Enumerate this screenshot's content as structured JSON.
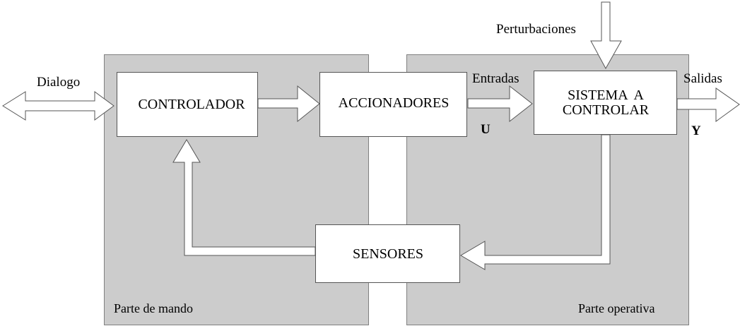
{
  "colors": {
    "panel": "#cccccc",
    "panel_border": "#808080",
    "box": "#ffffff",
    "stroke": "#333333"
  },
  "blocks": {
    "controlador": "CONTROLADOR",
    "accionadores": "ACCIONADORES",
    "sistema_line1": "SISTEMA  A",
    "sistema_line2": "CONTROLAR",
    "sensores": "SENSORES"
  },
  "labels": {
    "dialogo": "Dialogo",
    "perturbaciones": "Perturbaciones",
    "entradas": "Entradas",
    "u": "U",
    "salidas": "Salidas",
    "y": "Y",
    "parte_mando": "Parte de mando",
    "parte_operativa": "Parte operativa"
  }
}
